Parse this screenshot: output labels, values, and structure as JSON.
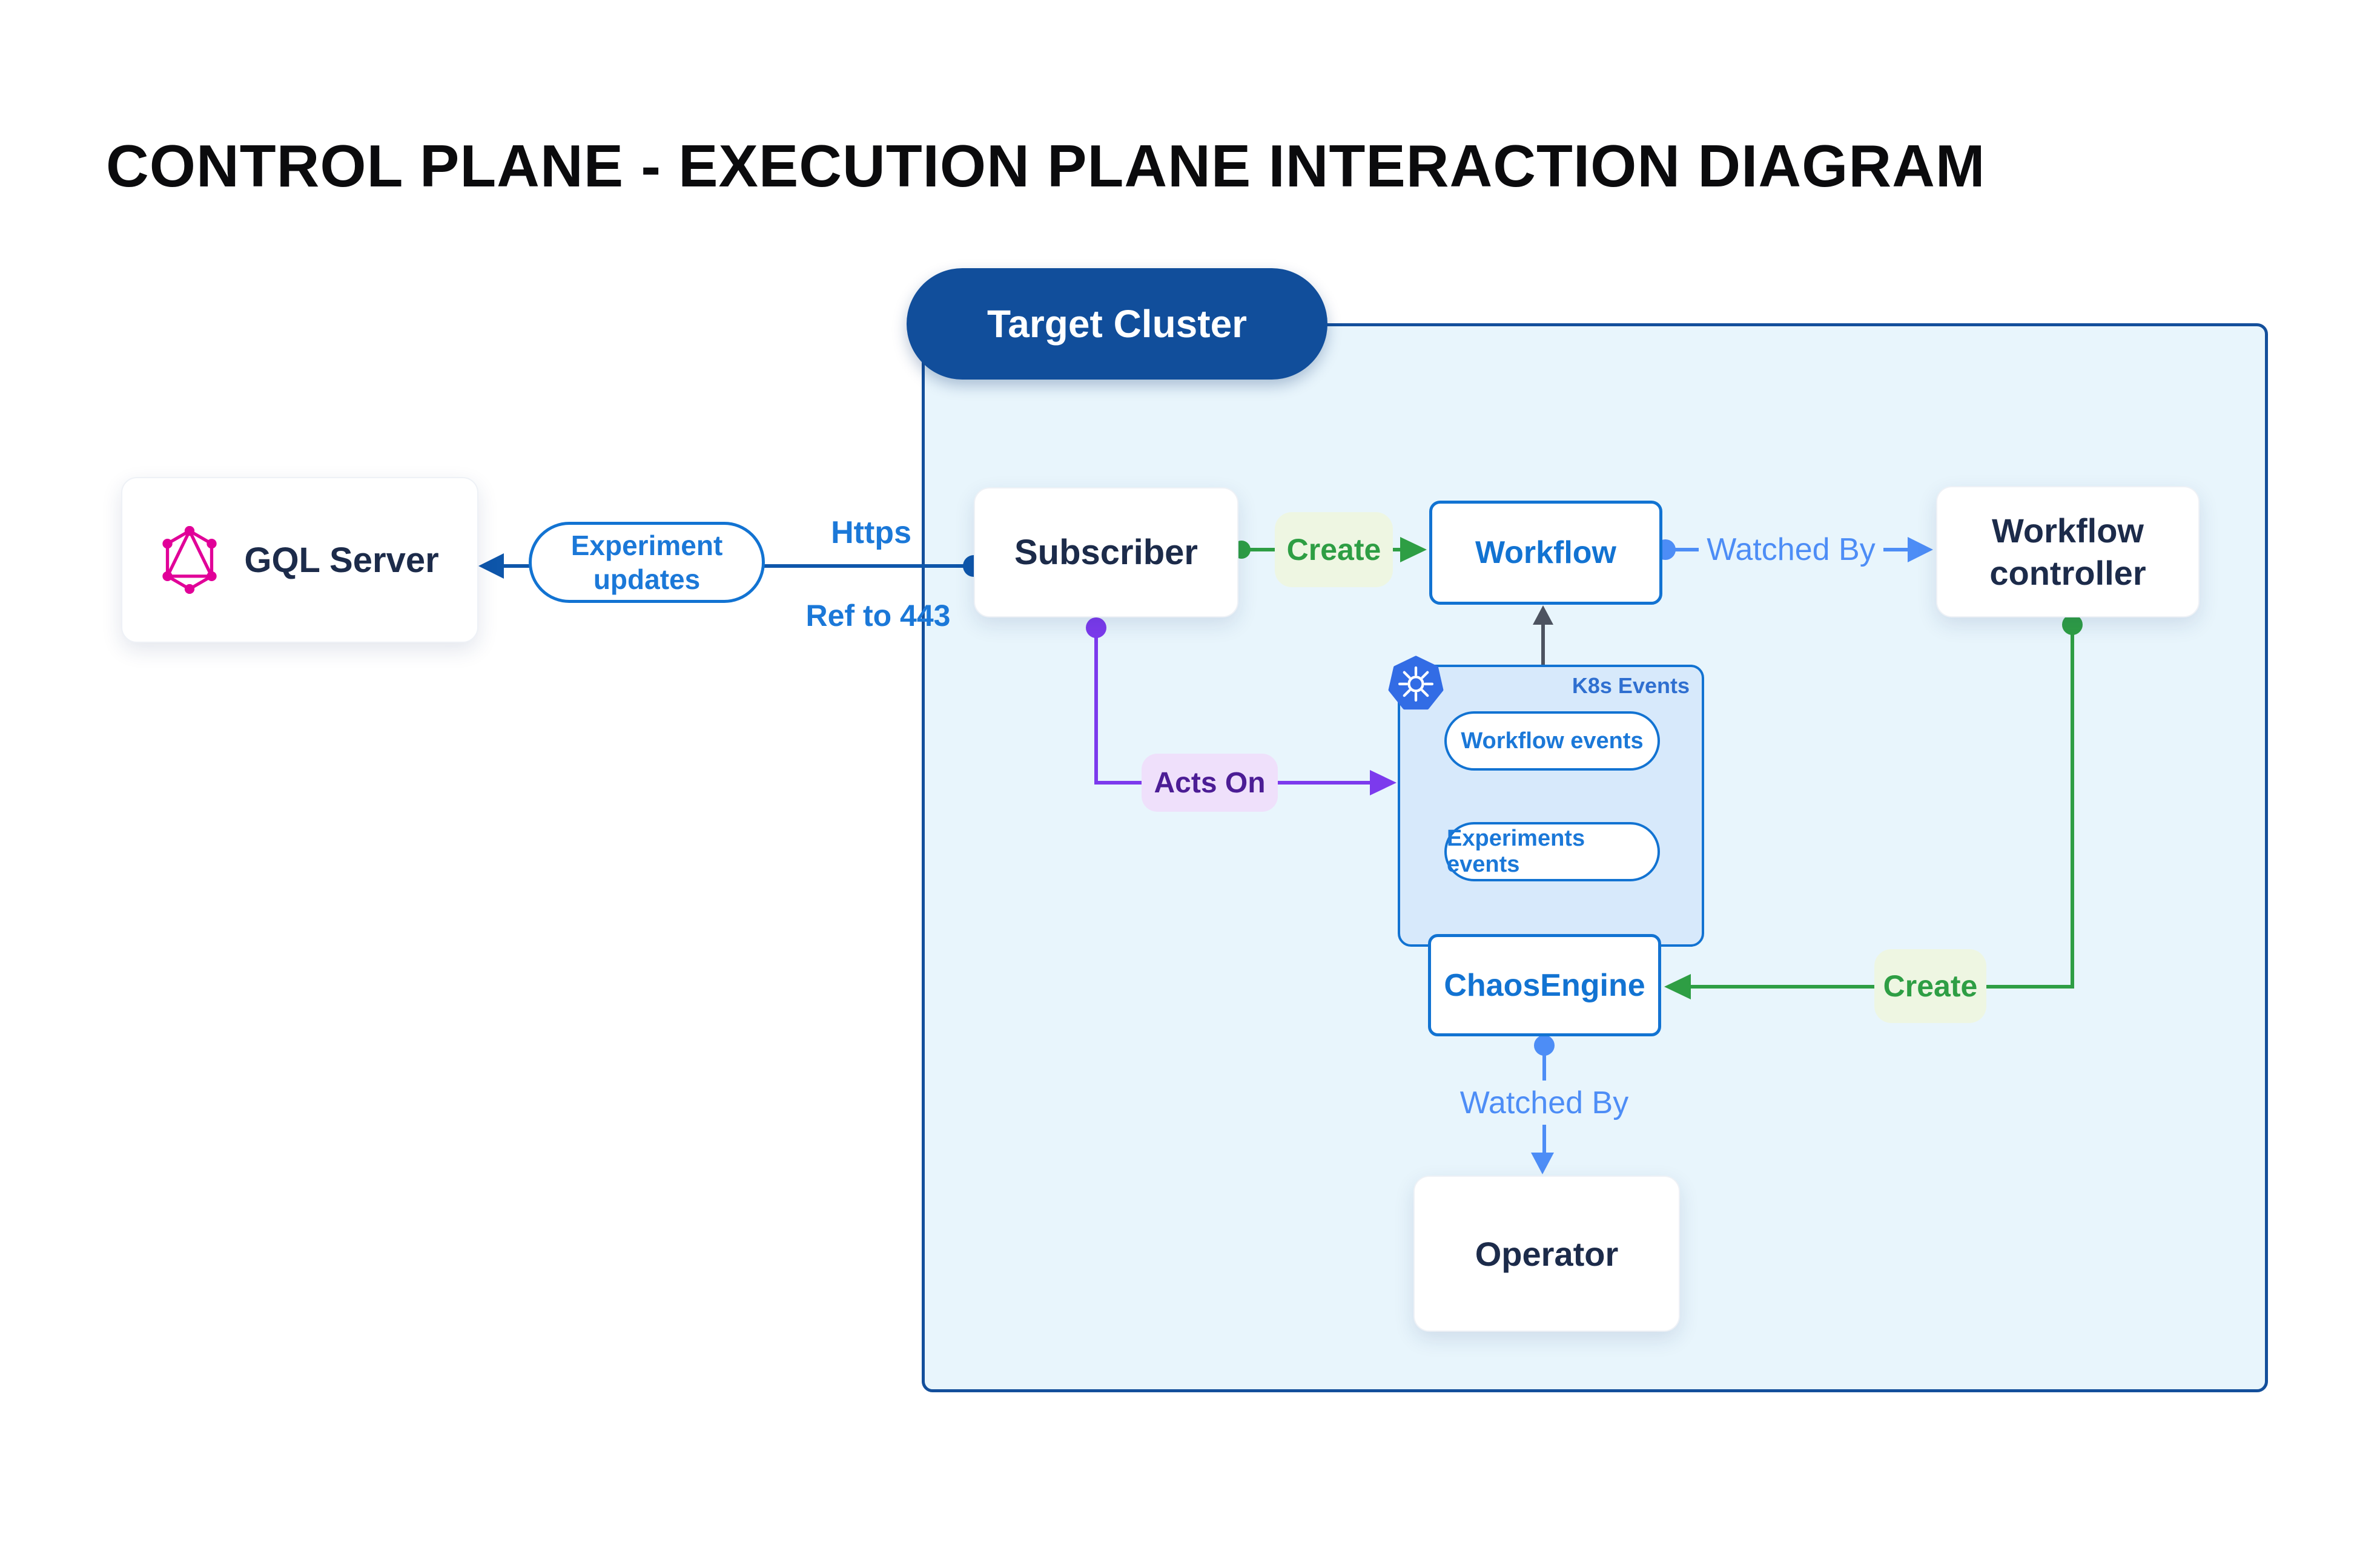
{
  "title": "CONTROL PLANE - EXECUTION PLANE INTERACTION DIAGRAM",
  "cluster": {
    "label": "Target Cluster"
  },
  "nodes": {
    "gql_server": {
      "label": "GQL Server",
      "icon": "graphql-icon"
    },
    "subscriber": {
      "label": "Subscriber"
    },
    "workflow": {
      "label": "Workflow"
    },
    "workflow_controller": {
      "line1": "Workflow",
      "line2": "controller"
    },
    "chaos_engine": {
      "label": "ChaosEngine"
    },
    "operator": {
      "label": "Operator"
    },
    "k8s_events": {
      "label": "K8s Events",
      "icon": "kubernetes-icon",
      "pills": [
        "Workflow events",
        "Experiments events"
      ]
    }
  },
  "edges": {
    "experiment_updates": {
      "line1": "Experiment",
      "line2": "updates"
    },
    "https_label": "Https",
    "ref_label": "Ref to 443",
    "create_workflow": "Create",
    "watched_by_workflow": "Watched By",
    "acts_on": "Acts On",
    "create_chaos": "Create",
    "watched_by_operator": "Watched By"
  },
  "colors": {
    "accent_blue": "#1273D2",
    "dark_blue_line": "#0E56AA",
    "navy_text": "#1C2B4A",
    "light_blue": "#4D8DF6",
    "green": "#2E9E44",
    "green_label_bg": "#EEF6E2",
    "purple_line": "#7C3AED",
    "purple_text": "#4C1D95",
    "purple_label_bg": "#EFE0FB",
    "gray_line": "#4D5360",
    "cluster_fill": "#E8F5FC",
    "cluster_border": "#134F9B",
    "k8s_group_fill": "#D7E9FB",
    "kubernetes_blue": "#326CE5",
    "graphql_pink": "#E10098",
    "target_pill_bg": "#114E9B"
  }
}
